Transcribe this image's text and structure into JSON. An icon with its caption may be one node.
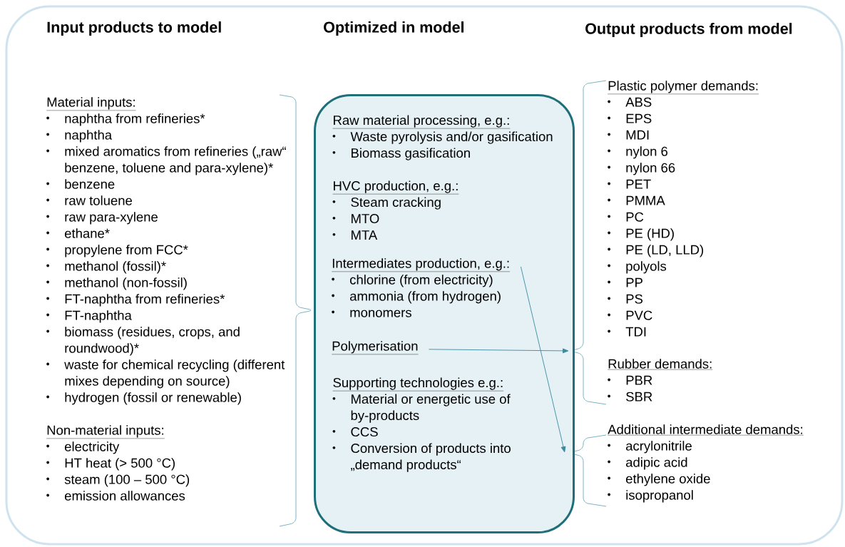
{
  "diagram": {
    "nodes": [
      {
        "text": [
          "Material inputs:",
          "naphtha from refineries*",
          "naphtha",
          "mixed aromatics from refineries („raw“ benzene, toluene and para-xylene)*",
          "benzene",
          "raw toluene",
          "raw para-xylene",
          "ethane*",
          "propylene from FCC*",
          "methanol (fossil)*",
          "methanol (non-fossil)",
          "FT-naphtha from refineries*",
          "FT-naphtha",
          "biomass (residues, crops, and roundwood)*",
          "waste for chemical recycling (different mixes depending on source)",
          "hydrogen (fossil or renewable)",
          "Non-material inputs:",
          "electricity",
          "HT heat (> 500 °C)",
          "steam (100 – 500 °C)",
          "emission allowances"
        ]
      },
      {
        "text": [
          "Raw material processing, e.g.:",
          "Waste pyrolysis and/or gasification",
          "Biomass gasification",
          "HVC production, e.g.:",
          "Steam cracking",
          "MTO",
          "MTA",
          "Supporting technologies e.g.:",
          "Material or energetic use of by-products",
          "CCS",
          "Conversion of products into „demand products“"
        ]
      },
      {
        "text": [
          "Intermediates production, e.g.:",
          "chlorine (from electricity)",
          "ammonia (from hydrogen)",
          "monomers"
        ],
        "in": 1
      },
      {
        "text": [
          "Polymerisation"
        ],
        "in": 1
      },
      {
        "text": [
          "Plastic polymer demands:",
          "ABS",
          "EPS",
          "MDI",
          "nylon 6",
          "nylon 66",
          "PET",
          "PMMA",
          "PC",
          "PE (HD)",
          "PE (LD, LLD)",
          "polyols",
          "PP",
          "PS",
          "PVC",
          "TDI"
        ]
      },
      {
        "text": [
          "Rubber demands:",
          "PBR",
          "SBR"
        ]
      },
      {
        "text": [
          "Additional intermediate demands:",
          "acrylonitrile",
          "adipic acid",
          "ethylene oxide",
          "isopropanol"
        ]
      }
    ],
    "edges": [
      {
        "from": 3,
        "to": 4,
        "arrow": "to"
      },
      {
        "from": 3,
        "to": 5,
        "arrow": "to"
      },
      {
        "from": 2,
        "to": 6,
        "arrow": "to"
      }
    ],
    "labels": [
      "Input products to model",
      "Optimized in model",
      "Output products from model"
    ]
  }
}
